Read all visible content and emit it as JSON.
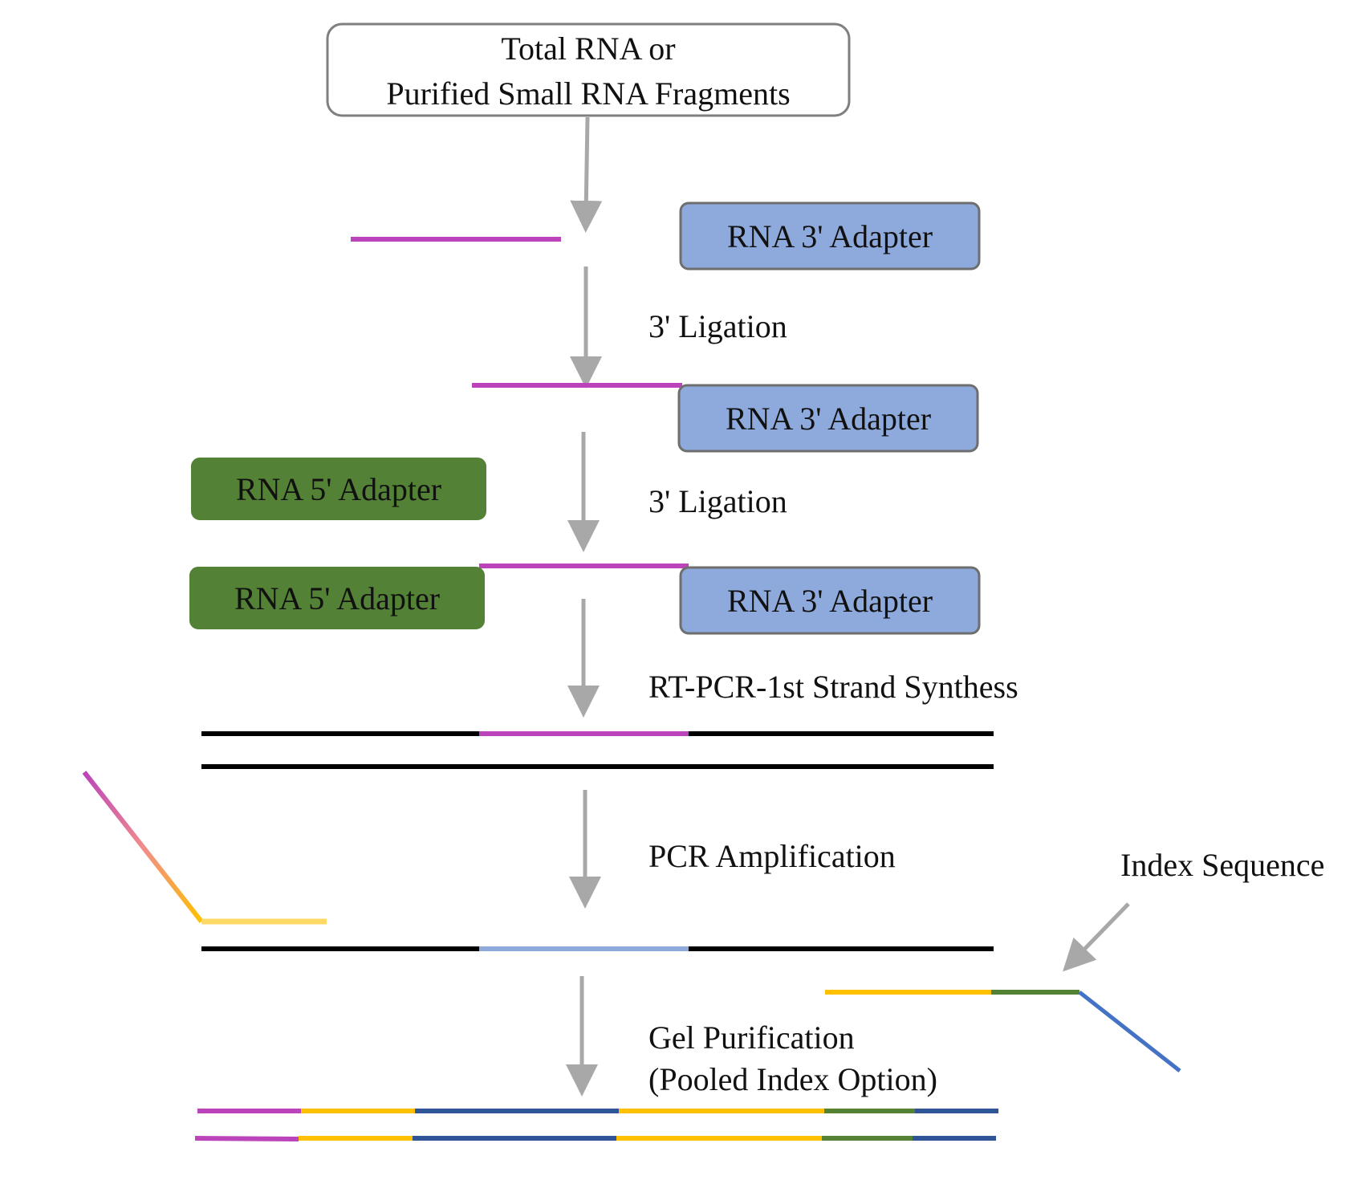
{
  "start_box": {
    "line1": "Total RNA or",
    "line2": "Purified Small RNA Fragments"
  },
  "adapters": {
    "rna3": "RNA 3' Adapter",
    "rna5": "RNA 5' Adapter"
  },
  "steps": {
    "ligation_3_first": "3' Ligation",
    "ligation_3_second": "3' Ligation",
    "rt_pcr": "RT-PCR-1st Strand Synthess",
    "pcr_amplification": "PCR Amplification",
    "gel_line1": "Gel Purification",
    "gel_line2": "(Pooled Index Option)"
  },
  "annotations": {
    "index_sequence": "Index Sequence"
  },
  "colors": {
    "rna_magenta": "#bb44bb",
    "adapter3_fill": "#8eaadc",
    "adapter5_fill": "#538135",
    "arrow_gray": "#a8a8a8",
    "strand_black": "#000000",
    "yellow": "#ffc000",
    "pale_yellow": "#ffd966",
    "green": "#548235",
    "blue": "#4472c4",
    "dark_blue": "#2f5597",
    "light_blue": "#8eaadc"
  }
}
